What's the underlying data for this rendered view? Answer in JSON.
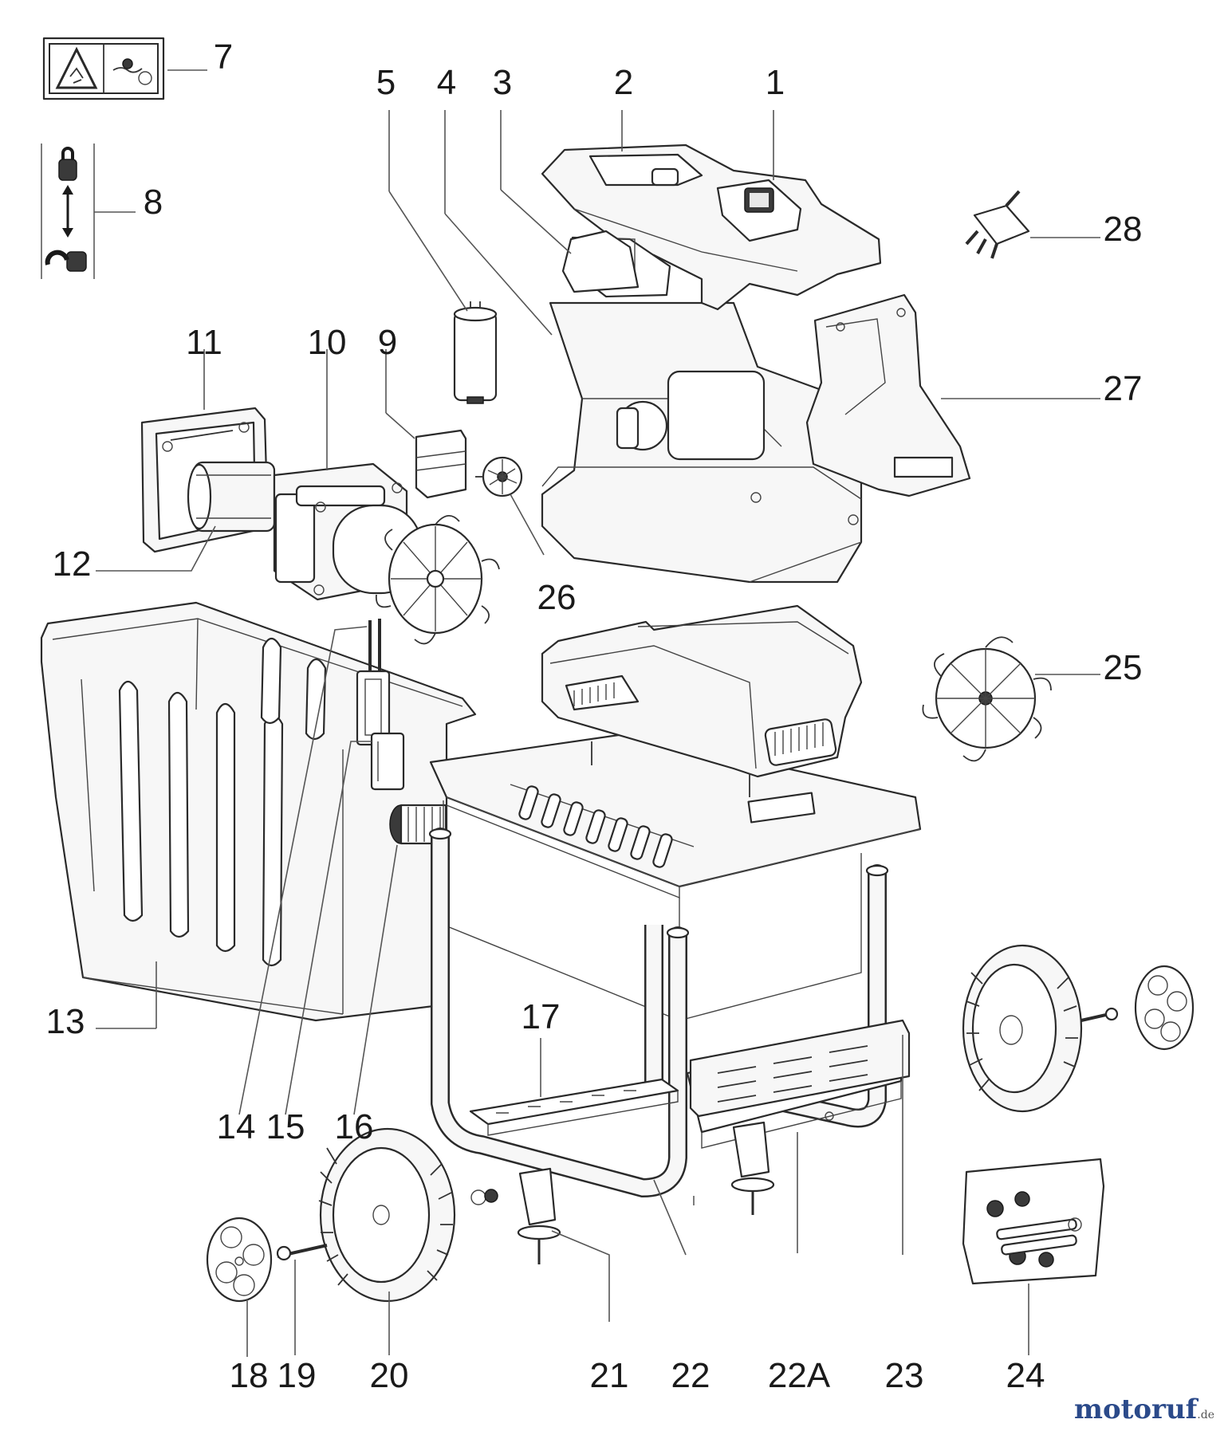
{
  "labels": {
    "l1": "1",
    "l2": "2",
    "l3": "3",
    "l4": "4",
    "l5": "5",
    "l7": "7",
    "l8": "8",
    "l9": "9",
    "l10": "10",
    "l11": "11",
    "l12": "12",
    "l13": "13",
    "l14": "14",
    "l15": "15",
    "l16": "16",
    "l17": "17",
    "l18": "18",
    "l19": "19",
    "l20": "20",
    "l21": "21",
    "l22": "22",
    "l22a": "22A",
    "l23": "23",
    "l24": "24",
    "l25": "25",
    "l26": "26",
    "l27": "27",
    "l28": "28"
  },
  "watermark": {
    "main": "motoruf",
    "sub": ".de"
  }
}
